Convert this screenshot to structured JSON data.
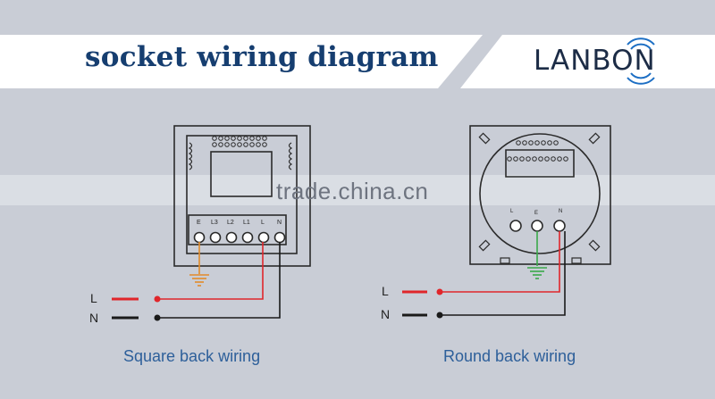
{
  "header": {
    "title": "socket wiring diagram",
    "logo": "LANBON"
  },
  "watermark": "trade.china.cn",
  "diagram_left": {
    "caption": "Square back wiring",
    "terminal_labels": [
      "E",
      "L3",
      "L2",
      "L1",
      "L",
      "N"
    ],
    "line_labels": {
      "live": "L",
      "neutral": "N"
    }
  },
  "diagram_right": {
    "caption": "Round back wiring",
    "terminal_labels": [
      "L",
      "E",
      "N"
    ],
    "line_labels": {
      "live": "L",
      "neutral": "N"
    }
  },
  "colors": {
    "background": "#c9cdd6",
    "band": "#ffffff",
    "title": "#163e70",
    "caption": "#2d5f9a",
    "live_wire": "#e0262b",
    "neutral_wire": "#1a1a1a",
    "earth_left": "#e28a2a",
    "earth_right": "#3aa84a"
  }
}
